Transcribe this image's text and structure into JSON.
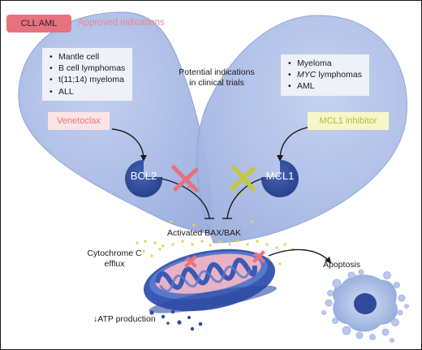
{
  "legend": {
    "chip_label": "CLL AML",
    "chip_color": "#e5727e",
    "approved_label": "Approved indications"
  },
  "left_indications": [
    "Mantle cell",
    "B cell lymphomas",
    "t(11;14) myeloma",
    "ALL"
  ],
  "right_indications": [
    {
      "italic": "",
      "text": "Myeloma"
    },
    {
      "italic": "MYC",
      "text": " lymphomas"
    },
    {
      "italic": "",
      "text": "AML"
    }
  ],
  "potential": {
    "line1": "Potential indications",
    "line2": "in clinical trials"
  },
  "drugs": {
    "venetoclax": "Venetoclax",
    "venetoclax_color": "#e5727e",
    "mcl1_inhibitor": "MCL1 inhibitor",
    "mcl1_color": "#c8c832"
  },
  "nodes": {
    "bcl2": "BCL2",
    "mcl1": "MCL1"
  },
  "effector": "Activated BAX/BAK",
  "cytochrome": {
    "line1": "Cytochrome C",
    "line2": "efflux"
  },
  "atp": "↓ATP production",
  "apoptosis": "Apoptosis",
  "colors": {
    "lobe_fill": "#aebde6",
    "lobe_stroke": "#8ea3d6",
    "node_fill": "#2f4a9a",
    "mito_outer": "#3a59b5",
    "mito_inner": "#e7b2c6",
    "cell_fill": "#b4c7ea",
    "dots": "#d9d65a"
  }
}
